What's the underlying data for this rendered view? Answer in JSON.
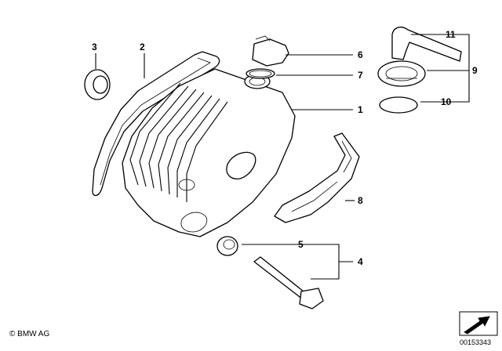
{
  "callouts": [
    {
      "id": "1",
      "label": "1"
    },
    {
      "id": "2",
      "label": "2"
    },
    {
      "id": "3",
      "label": "3"
    },
    {
      "id": "4",
      "label": "4"
    },
    {
      "id": "5",
      "label": "5"
    },
    {
      "id": "6",
      "label": "6"
    },
    {
      "id": "7",
      "label": "7"
    },
    {
      "id": "8",
      "label": "8"
    },
    {
      "id": "9",
      "label": "9"
    },
    {
      "id": "10",
      "label": "10"
    },
    {
      "id": "11",
      "label": "11"
    }
  ],
  "footer": {
    "copyright": "© BMW AG",
    "doc_number": "00153343"
  }
}
